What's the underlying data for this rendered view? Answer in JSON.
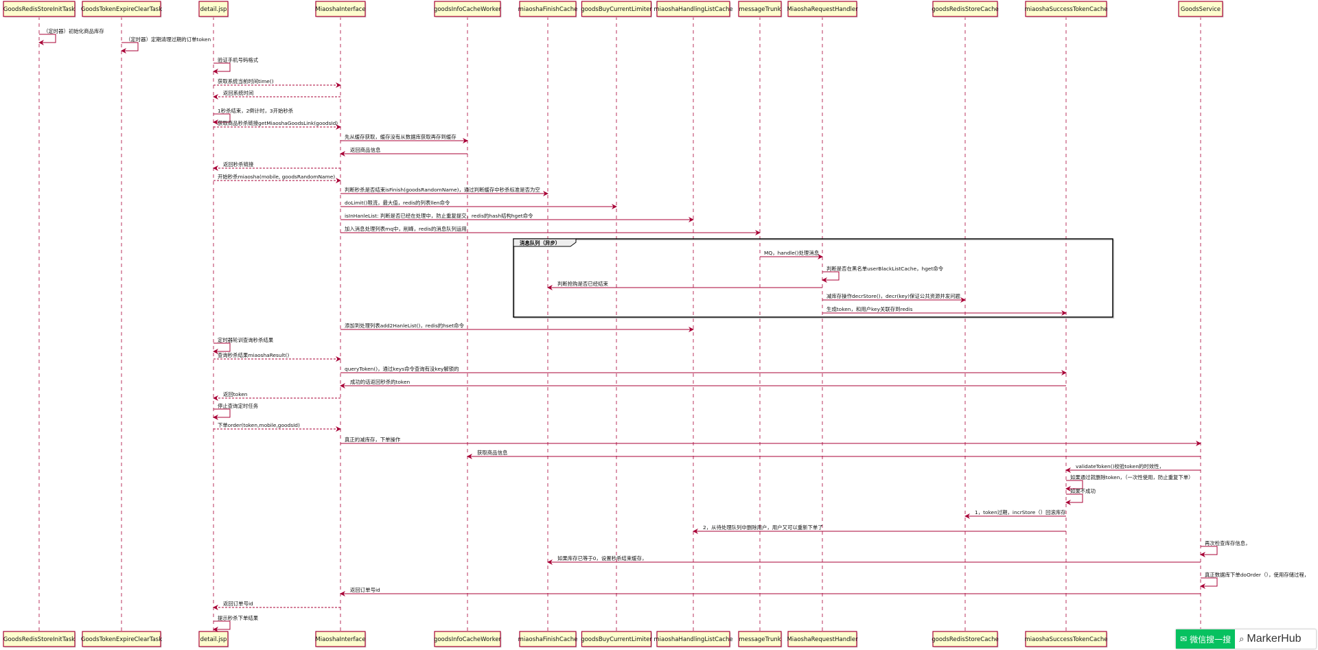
{
  "participants": [
    "GoodsRedisStoreInitTask",
    "GoodsTokenExpireClearTask",
    "detail.jsp",
    "MiaoshaInterface",
    "goodsInfoCacheWorker",
    "miaoshaFinishCache",
    "goodsBuyCurrentLimiter",
    "miaoshaHandlingListCache",
    "messageTrunk",
    "MiaoshaRequestHandler",
    "goodsRedisStoreCache",
    "miaoshaSuccessTokenCache",
    "GoodsService"
  ],
  "messages": [
    {
      "from": 0,
      "to": 0,
      "text": "（定时器）初始化商品库存",
      "dashed": false
    },
    {
      "from": 1,
      "to": 1,
      "text": "（定时器）定期清理过期的订单token",
      "dashed": false
    },
    {
      "from": 2,
      "to": 2,
      "text": "验证手机号码格式",
      "dashed": false
    },
    {
      "from": 2,
      "to": 3,
      "text": "获取系统当前时间time()",
      "dashed": true
    },
    {
      "from": 3,
      "to": 2,
      "text": "返回系统时间",
      "dashed": true
    },
    {
      "from": 2,
      "to": 2,
      "text": "1秒杀结束，2倒计时，3开始秒杀",
      "dashed": false
    },
    {
      "from": 2,
      "to": 3,
      "text": "获取商品秒杀链接getMiaoshaGoodsLink(goodsId)",
      "dashed": true
    },
    {
      "from": 3,
      "to": 4,
      "text": "先从缓存获取，缓存没有从数据库获取再存到缓存",
      "dashed": false
    },
    {
      "from": 4,
      "to": 3,
      "text": "返回商品信息",
      "dashed": false
    },
    {
      "from": 3,
      "to": 2,
      "text": "返回秒杀链接",
      "dashed": true
    },
    {
      "from": 2,
      "to": 3,
      "text": "开始秒杀miaosha(mobile, goodsRandomName)",
      "dashed": true
    },
    {
      "from": 3,
      "to": 5,
      "text": "判断秒杀是否结束isFinish(goodsRandomName)，通过判断缓存中秒杀标准是否为空",
      "dashed": false
    },
    {
      "from": 3,
      "to": 6,
      "text": "doLimit()限流，最大值，redis的列表llen命令",
      "dashed": false
    },
    {
      "from": 3,
      "to": 7,
      "text": "isInHanleList: 判断是否已经在处理中，防止重复提交，redis的hash结构hget命令",
      "dashed": false
    },
    {
      "from": 3,
      "to": 8,
      "text": "加入消息处理列表mq中，削峰，redis的消息队列运用",
      "dashed": false
    },
    {
      "from": 8,
      "to": 9,
      "text": "MQ，handle()处理消息",
      "dashed": false
    },
    {
      "from": 9,
      "to": 9,
      "text": "判断是否在黑名单userBlackListCache，hget命令",
      "dashed": false
    },
    {
      "from": 9,
      "to": 5,
      "text": "判断抢购是否已经结束",
      "dashed": false
    },
    {
      "from": 9,
      "to": 10,
      "text": "减库存操作decrStore()，decr(key)保证公共资源并发问题",
      "dashed": false
    },
    {
      "from": 9,
      "to": 11,
      "text": "生成token，和用户key关联存到redis",
      "dashed": false
    },
    {
      "from": 3,
      "to": 7,
      "text": "添加到处理列表add2HanleList()，redis的hset命令",
      "dashed": false
    },
    {
      "from": 2,
      "to": 2,
      "text": "定时器轮训查询秒杀结果",
      "dashed": false
    },
    {
      "from": 2,
      "to": 3,
      "text": "查询秒杀结果miaoshaResult()",
      "dashed": true
    },
    {
      "from": 3,
      "to": 11,
      "text": "queryToken()，通过keys命令查询有没key解锁的",
      "dashed": false
    },
    {
      "from": 11,
      "to": 3,
      "text": "成功的话返回秒杀的token",
      "dashed": false
    },
    {
      "from": 3,
      "to": 2,
      "text": "返回token",
      "dashed": true
    },
    {
      "from": 2,
      "to": 2,
      "text": "停止查询定时任务",
      "dashed": false
    },
    {
      "from": 2,
      "to": 3,
      "text": "下单order(token,mobile,goodsId)",
      "dashed": true
    },
    {
      "from": 3,
      "to": 12,
      "text": "真正的减库存，下单操作",
      "dashed": false
    },
    {
      "from": 12,
      "to": 4,
      "text": "获取商品信息",
      "dashed": false
    },
    {
      "from": 12,
      "to": 11,
      "text": "validateToken()校验token的时效性，",
      "dashed": false
    },
    {
      "from": 11,
      "to": 11,
      "text": "如果通过就删除token，（一次性使用，防止重复下单）",
      "dashed": false
    },
    {
      "from": 11,
      "to": 11,
      "text": "如果不成功",
      "dashed": false
    },
    {
      "from": 11,
      "to": 10,
      "text": "1，token过期，incrStore（）回滚库存",
      "dashed": false
    },
    {
      "from": 11,
      "to": 7,
      "text": "2，从待处理队列中删除用户，用户又可以重新下单了",
      "dashed": false
    },
    {
      "from": 12,
      "to": 12,
      "text": "再次检查库存信息，",
      "dashed": false
    },
    {
      "from": 12,
      "to": 5,
      "text": "如果库存已等于0，设置秒杀结束缓存，",
      "dashed": false
    },
    {
      "from": 12,
      "to": 12,
      "text": "真正数据库下单doOrder（），使用存储过程，",
      "dashed": false
    },
    {
      "from": 12,
      "to": 3,
      "text": "返回订单号id",
      "dashed": false
    },
    {
      "from": 3,
      "to": 2,
      "text": "返回订单号id",
      "dashed": true
    },
    {
      "from": 2,
      "to": 2,
      "text": "提示秒杀下单结果",
      "dashed": false
    }
  ],
  "fragment": {
    "label": "消息队列（异步）"
  },
  "watermark": {
    "left_text": "微信搜一搜",
    "right_text": "MarkerHub"
  },
  "colors": {
    "arrow": "#a80036",
    "lifeline": "#a80036",
    "participant_fill": "#fefece",
    "participant_border": "#a80036",
    "fragment_border": "#000000",
    "watermark_green": "#07c160"
  }
}
